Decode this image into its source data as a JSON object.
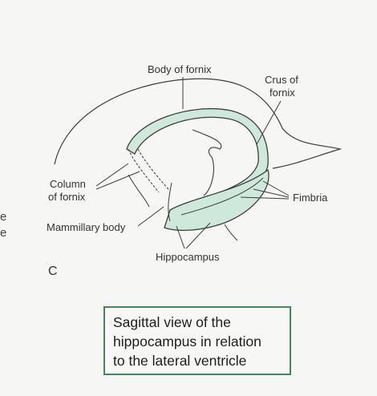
{
  "diagram": {
    "labels": {
      "body_of_fornix": "Body of fornix",
      "crus_of_fornix_line1": "Crus of",
      "crus_of_fornix_line2": "fornix",
      "column_of_fornix_line1": "Column",
      "column_of_fornix_line2": "of fornix",
      "fimbria": "Fimbria",
      "mammillary_body": "Mammillary body",
      "hippocampus": "Hippocampus"
    },
    "panel_letter": "C",
    "edge_text": [
      "e",
      "e"
    ]
  },
  "caption": {
    "line1": "Sagittal view of the",
    "line2": "hippocampus in relation",
    "line3": "to the lateral ventricle"
  },
  "colors": {
    "structure_fill": "#cfe8dc",
    "structure_stroke": "#3d3d3d",
    "caption_border": "#3f8a58",
    "background": "#f6f6f4"
  }
}
